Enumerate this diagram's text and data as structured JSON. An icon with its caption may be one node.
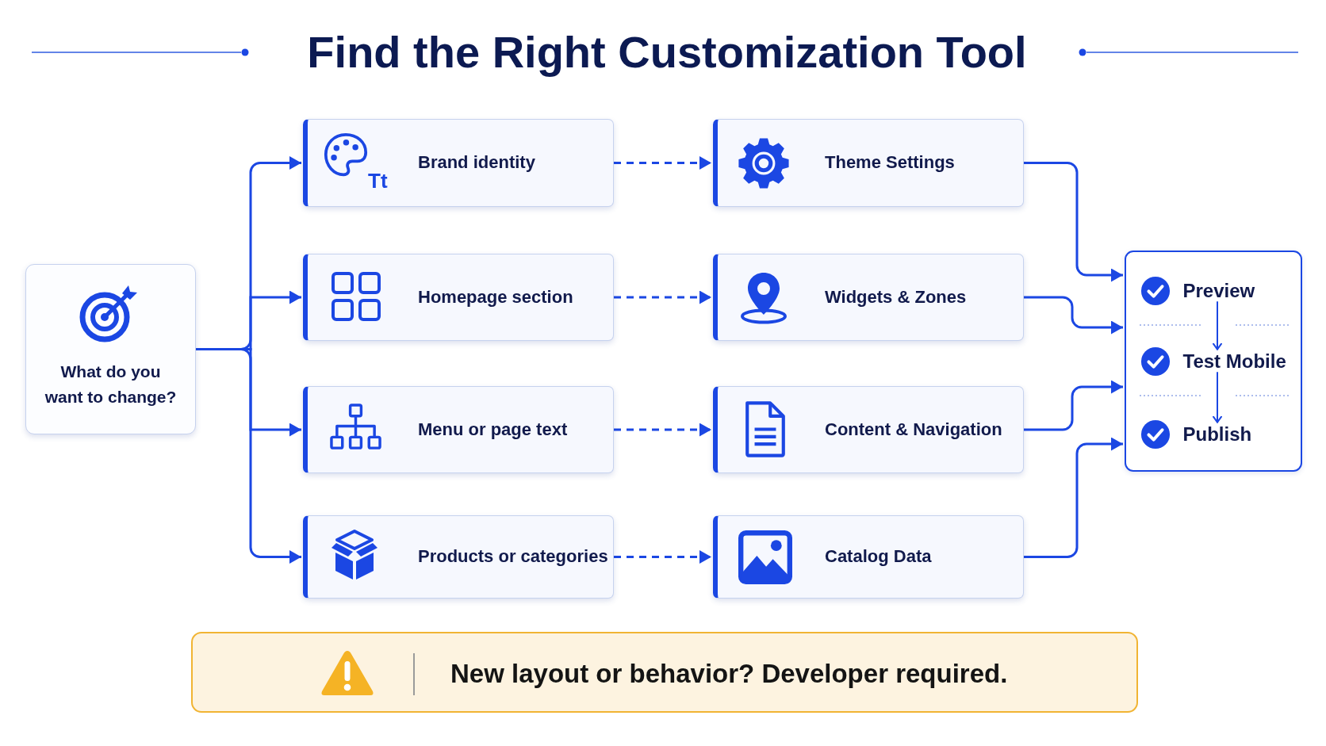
{
  "diagram": {
    "title": "Find the Right Customization Tool",
    "nodes": [
      {
        "text": [
          "What do you want to change?"
        ]
      },
      {
        "text": [
          "Brand identity"
        ]
      },
      {
        "text": [
          "Homepage section"
        ]
      },
      {
        "text": [
          "Menu or page text"
        ]
      },
      {
        "text": [
          "Products or categories"
        ]
      },
      {
        "text": [
          "Theme Settings"
        ]
      },
      {
        "text": [
          "Widgets & Zones"
        ]
      },
      {
        "text": [
          "Content & Navigation"
        ]
      },
      {
        "text": [
          "Catalog Data"
        ]
      },
      {
        "text": [],
        "shape": "box"
      },
      {
        "text": [
          "Preview"
        ],
        "in": 9
      },
      {
        "text": [
          "Test Mobile"
        ],
        "in": 9
      },
      {
        "text": [
          "Publish"
        ],
        "in": 9
      },
      {
        "text": [
          "New layout or behavior? Developer required."
        ]
      }
    ],
    "edges": [
      {
        "from": 0,
        "to": 1,
        "arrow": "to"
      },
      {
        "from": 0,
        "to": 2,
        "arrow": "to"
      },
      {
        "from": 0,
        "to": 3,
        "arrow": "to"
      },
      {
        "from": 0,
        "to": 4,
        "arrow": "to"
      },
      {
        "from": 1,
        "to": 5,
        "arrow": "to",
        "style": "dashed"
      },
      {
        "from": 2,
        "to": 6,
        "arrow": "to",
        "style": "dashed"
      },
      {
        "from": 3,
        "to": 7,
        "arrow": "to",
        "style": "dashed"
      },
      {
        "from": 4,
        "to": 8,
        "arrow": "to",
        "style": "dashed"
      },
      {
        "from": 5,
        "to": 9,
        "arrow": "to"
      },
      {
        "from": 6,
        "to": 9,
        "arrow": "to"
      },
      {
        "from": 7,
        "to": 9,
        "arrow": "to"
      },
      {
        "from": 8,
        "to": 9,
        "arrow": "to"
      },
      {
        "from": 10,
        "to": 11,
        "arrow": "to"
      },
      {
        "from": 11,
        "to": 12,
        "arrow": "to"
      }
    ],
    "labels": [
      "Tt"
    ]
  }
}
